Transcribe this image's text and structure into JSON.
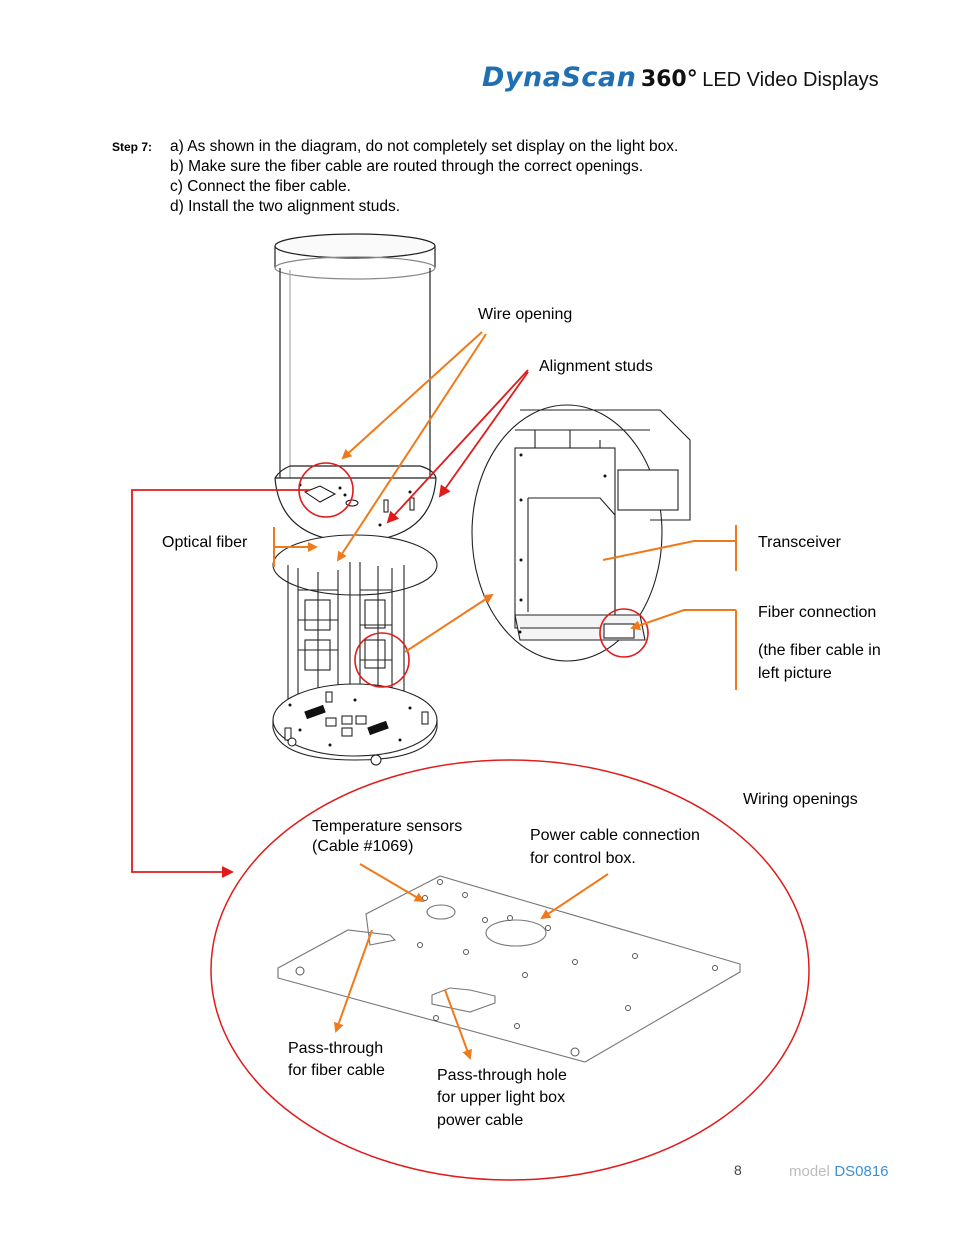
{
  "header": {
    "brand": "DynaScan",
    "model_360": "360°",
    "tagline": "LED Video Displays"
  },
  "step": {
    "label": "Step 7:",
    "lines": [
      "a) As shown in the diagram, do not completely set display on the light box.",
      "b) Make sure the fiber cable are routed through the correct openings.",
      "c) Connect the fiber cable.",
      "d) Install the two alignment studs."
    ]
  },
  "callouts": {
    "wire_opening": "Wire opening",
    "alignment_studs": "Alignment studs",
    "optical_fiber": "Optical fiber",
    "transceiver": "Transceiver",
    "fiber_connection": "Fiber connection",
    "fiber_note_line1": "(the fiber cable in",
    "fiber_note_line2": "left picture",
    "wiring_openings": "Wiring openings",
    "temp_sensors_line1": "Temperature sensors",
    "temp_sensors_line2": "(Cable #1069)",
    "power_cable_line1": "Power cable connection",
    "power_cable_line2": "for control box.",
    "pass_fiber_line1": "Pass-through",
    "pass_fiber_line2": "for fiber cable",
    "pass_hole_line1": "Pass-through hole",
    "pass_hole_line2": "for upper light box",
    "pass_hole_line3": "power cable"
  },
  "footer": {
    "page_number": "8",
    "model_word": "model",
    "model_code": "DS0816"
  },
  "colors": {
    "arrow_orange": "#f07a1a",
    "circle_red": "#e01b1b",
    "brand_blue": "#1f6fb2"
  }
}
